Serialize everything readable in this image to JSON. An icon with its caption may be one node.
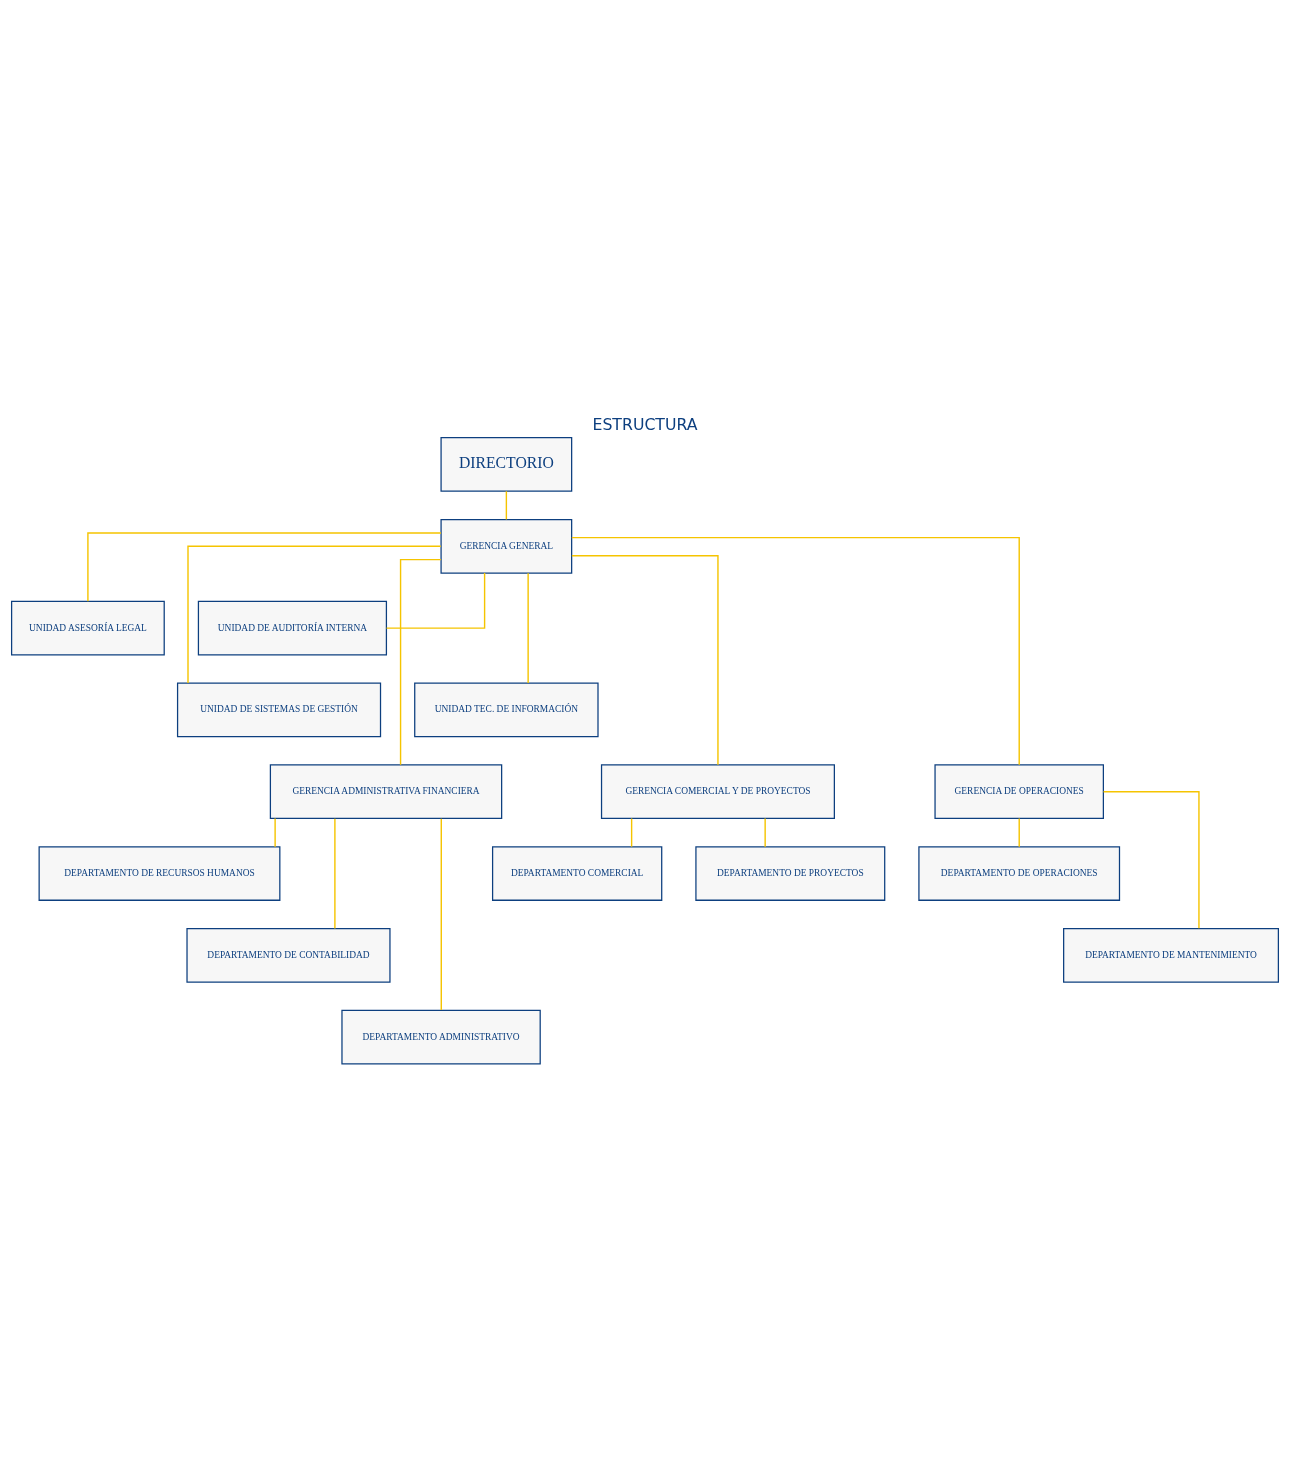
{
  "diagram": {
    "title": "ESTRUCTURA",
    "nodes": [
      {
        "text": [
          "DIRECTORIO"
        ]
      },
      {
        "text": [
          "GERENCIA GENERAL"
        ]
      },
      {
        "text": [
          "UNIDAD ASESORÍA LEGAL"
        ]
      },
      {
        "text": [
          "UNIDAD DE AUDITORÍA INTERNA"
        ]
      },
      {
        "text": [
          "UNIDAD DE SISTEMAS DE GESTIÓN"
        ]
      },
      {
        "text": [
          "UNIDAD TEC. DE INFORMACIÓN"
        ]
      },
      {
        "text": [
          "GERENCIA ADMINISTRATIVA FINANCIERA"
        ]
      },
      {
        "text": [
          "GERENCIA COMERCIAL Y DE PROYECTOS"
        ]
      },
      {
        "text": [
          "GERENCIA DE OPERACIONES"
        ]
      },
      {
        "text": [
          "DEPARTAMENTO DE RECURSOS HUMANOS"
        ]
      },
      {
        "text": [
          "DEPARTAMENTO COMERCIAL"
        ]
      },
      {
        "text": [
          "DEPARTAMENTO DE PROYECTOS"
        ]
      },
      {
        "text": [
          "DEPARTAMENTO DE OPERACIONES"
        ]
      },
      {
        "text": [
          "DEPARTAMENTO DE CONTABILIDAD"
        ]
      },
      {
        "text": [
          "DEPARTAMENTO DE MANTENIMIENTO"
        ]
      },
      {
        "text": [
          "DEPARTAMENTO ADMINISTRATIVO"
        ]
      }
    ],
    "edges": [
      {
        "from": 0,
        "to": 1,
        "arrow": "none"
      },
      {
        "from": 1,
        "to": 2,
        "arrow": "none"
      },
      {
        "from": 1,
        "to": 3,
        "arrow": "none"
      },
      {
        "from": 1,
        "to": 4,
        "arrow": "none"
      },
      {
        "from": 1,
        "to": 5,
        "arrow": "none"
      },
      {
        "from": 1,
        "to": 6,
        "arrow": "none"
      },
      {
        "from": 1,
        "to": 7,
        "arrow": "none"
      },
      {
        "from": 1,
        "to": 8,
        "arrow": "none"
      },
      {
        "from": 6,
        "to": 9,
        "arrow": "none"
      },
      {
        "from": 6,
        "to": 13,
        "arrow": "none"
      },
      {
        "from": 6,
        "to": 15,
        "arrow": "none"
      },
      {
        "from": 7,
        "to": 10,
        "arrow": "none"
      },
      {
        "from": 7,
        "to": 11,
        "arrow": "none"
      },
      {
        "from": 8,
        "to": 12,
        "arrow": "none"
      },
      {
        "from": 8,
        "to": 14,
        "arrow": "none"
      }
    ]
  }
}
